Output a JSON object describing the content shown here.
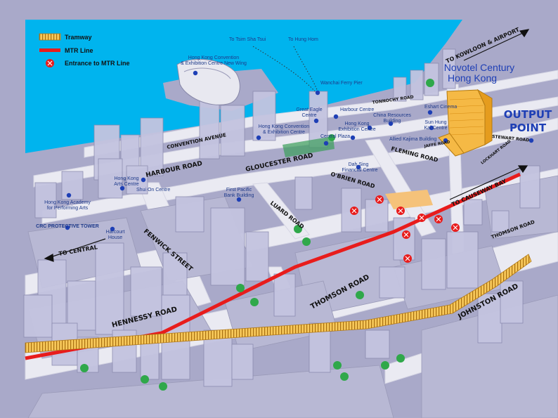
{
  "legend": {
    "tramway": "Tramway",
    "mtr_line": "MTR Line",
    "mtr_entrance": "Entrance to MTR Line"
  },
  "hotel": {
    "line1": "Novotel Century",
    "line2": "Hong Kong"
  },
  "output_point": {
    "line1": "OUTPUT",
    "line2": "POINT"
  },
  "roads": {
    "to_kowloon": "TO KOWLOON & AIRPORT",
    "tonnochy": "TONNOCHY ROAD",
    "convention_ave": "CONVENTION AVENUE",
    "harbour": "HARBOUR ROAD",
    "gloucester": "GLOUCESTER ROAD",
    "fleming": "FLEMING ROAD",
    "jaffe": "JAFFE ROAD",
    "stewart": "STEWART ROAD",
    "lockhart": "LOCKHART ROAD",
    "obrien": "O'BRIEN ROAD",
    "to_causeway": "TO CAUSEWAY BAY",
    "luard": "LUARD ROAD",
    "thomson_right": "THOMSON ROAD",
    "fenwick": "FENWICK STREET",
    "to_central": "TO CENTRAL",
    "thomson": "THOMSON ROAD",
    "hennessy": "HENNESSY ROAD",
    "johnston": "JOHNSTON ROAD"
  },
  "labels": {
    "tsim_sha_tsui": "To Tsim Sha Tsui",
    "hung_hom": "To Hung Hom",
    "hkcec_new_wing_1": "Hong Kong Convention",
    "hkcec_new_wing_2": "& Exhibition Centre New Wing",
    "wanchai_ferry": "Wanchai Ferry Pier",
    "great_eagle_1": "Great Eagle",
    "great_eagle_2": "Centre",
    "harbour_centre": "Harbour Centre",
    "china_resources_1": "China Resources",
    "china_resources_2": "Building",
    "hk_exhibition_1": "Hong Kong",
    "hk_exhibition_2": "Exhibition Centre",
    "hkcec_1": "Hong Kong Convention",
    "hkcec_2": "& Exhibition Centre",
    "central_plaza": "Central Plaza",
    "dah_sing_1": "Dah Sing",
    "dah_sing_2": "Financial Centre",
    "allied_kajima": "Allied Kajima Building",
    "sun_hung_kai_1": "Sun Hung",
    "sun_hung_kai_2": "Kai Centre",
    "east_cinema": "Eshart Cinema",
    "hk_arts_1": "Hong Kong",
    "hk_arts_2": "Arts Centre",
    "shui_on": "Shui On Centre",
    "first_pacific_1": "First Pacific",
    "first_pacific_2": "Bank Building",
    "hkapa_1": "Hong Kong Academy",
    "hkapa_2": "for Performing Arts",
    "crc_tower": "CRC PROTECTIVE TOWER",
    "harcourt_1": "Harcourt",
    "harcourt_2": "House"
  },
  "colors": {
    "water": "#00b4ee",
    "ground": "#a9a9c9",
    "road": "#eaeaf2",
    "mtr": "#e81c1c",
    "tram": "#f0b030",
    "label": "#1e3a8a",
    "hotel": "#f5b945"
  }
}
